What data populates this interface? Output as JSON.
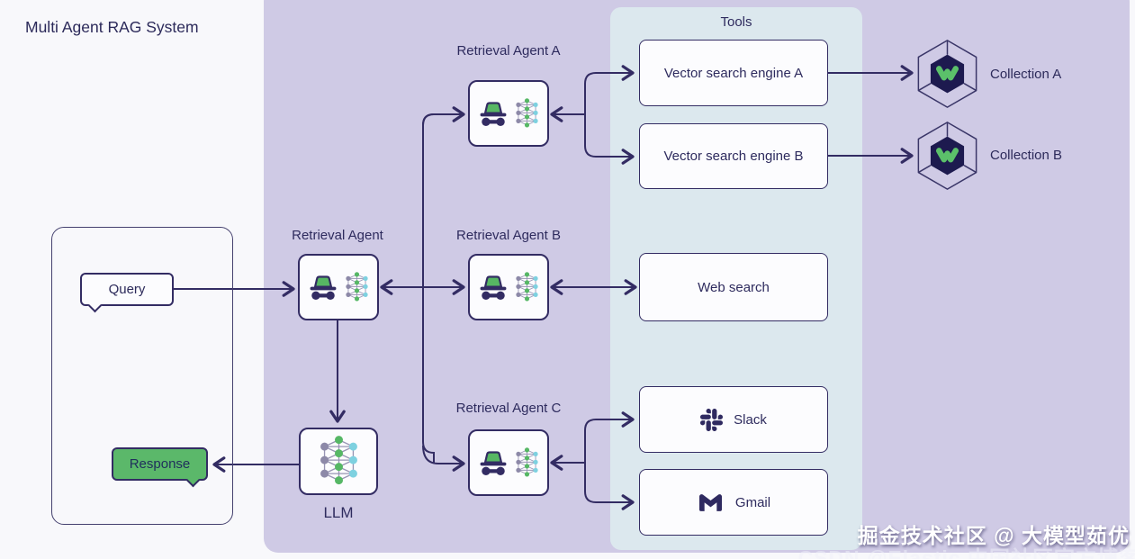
{
  "title": "Multi Agent RAG System",
  "client": {
    "query": "Query",
    "response": "Response"
  },
  "agents": {
    "main": "Retrieval Agent",
    "a": "Retrieval Agent A",
    "b": "Retrieval Agent B",
    "c": "Retrieval Agent C"
  },
  "llm": {
    "label": "LLM"
  },
  "tools": {
    "title": "Tools",
    "vector_a": "Vector search engine A",
    "vector_b": "Vector search engine B",
    "web": "Web search",
    "slack": "Slack",
    "gmail": "Gmail"
  },
  "collections": {
    "a": "Collection A",
    "b": "Collection B"
  },
  "watermark": {
    "line1": "掘金技术社区 @ 大模型茹优",
    "line2": "CSDN @Elastic 中国社区官方博客"
  },
  "colors": {
    "navy": "#332c63",
    "green": "#57b763",
    "purple_background": "#cfcae5",
    "tools_background": "#dce8ee",
    "node_background": "#fcfcfe",
    "cyan_node": "#7ed1e0",
    "gray_node": "#8d89a8",
    "response_green": "#5bb86a"
  }
}
